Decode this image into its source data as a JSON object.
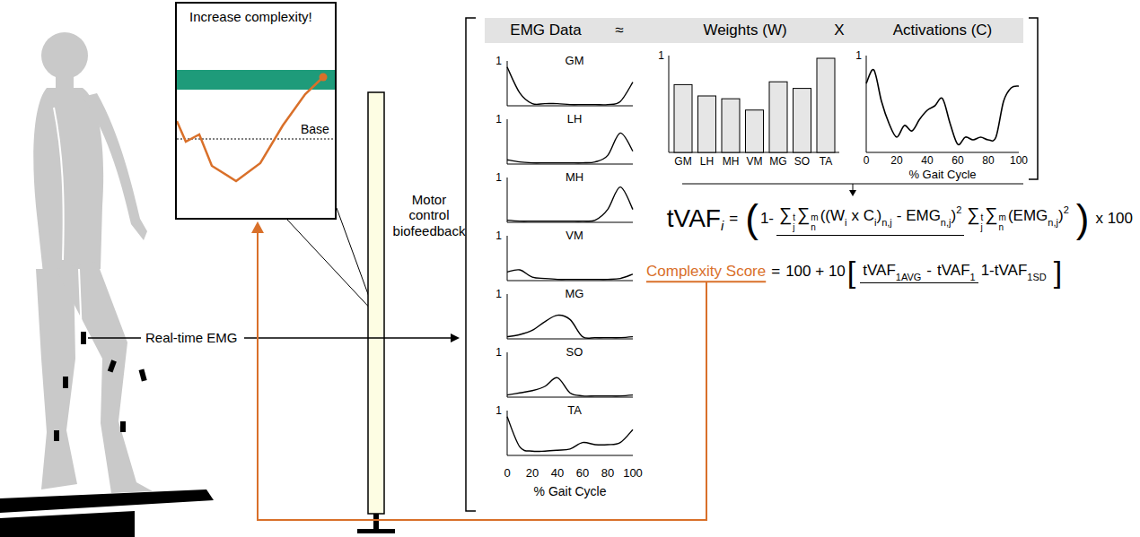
{
  "diagram": {
    "nodes": [
      {
        "text": [
          "Increase complexity!",
          "Base"
        ]
      },
      {
        "text": [
          "EMG Data",
          "≈",
          "Weights (W)",
          "X",
          "Activations (C)"
        ]
      }
    ],
    "labels": [
      "Motor control biofeedback",
      "Real-time EMG",
      "GM",
      "LH",
      "MH",
      "VM",
      "MG",
      "SO",
      "TA",
      "1",
      "1",
      "1",
      "1",
      "1",
      "1",
      "1",
      "0",
      "20",
      "40",
      "60",
      "80",
      "100",
      "% Gait Cycle",
      "1",
      "GM",
      "LH",
      "MH",
      "VM",
      "MG",
      "SO",
      "TA",
      "1",
      "0",
      "20",
      "40",
      "60",
      "80",
      "100",
      "% Gait Cycle",
      "tVAF",
      "i",
      "=",
      "(",
      "1-",
      "∑",
      "t",
      "j",
      "∑",
      "m",
      "n",
      "((W",
      "i",
      "x C",
      "i",
      ")",
      "n,j",
      "- EMG",
      "n,j",
      ")",
      "2",
      "∑",
      "t",
      "j",
      "∑",
      "m",
      "n",
      "(EMG",
      "n,j",
      ")",
      "2",
      ")",
      "x 100",
      "Complexity Score",
      "=",
      "100 + 10",
      "[",
      "tVAF",
      "1AVG",
      "-",
      "tVAF",
      "1",
      "1-tVAF",
      "1SD",
      "]"
    ]
  }
}
